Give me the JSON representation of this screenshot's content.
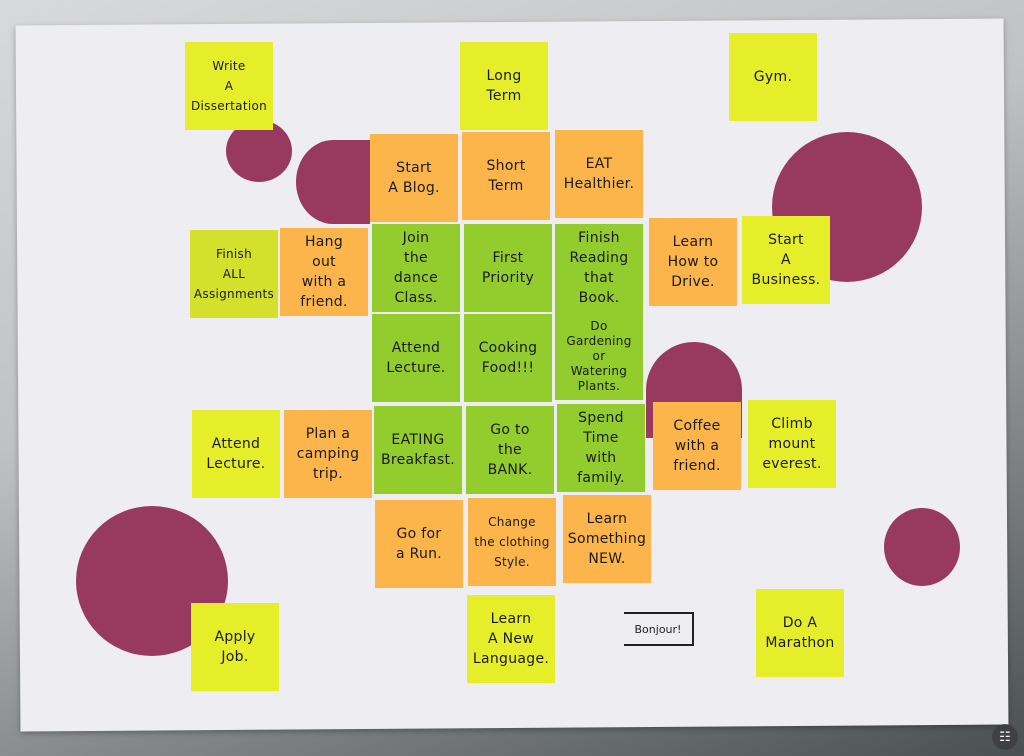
{
  "notes": [
    {
      "text": "Write\nA\nDissertation",
      "color": "yellow"
    },
    {
      "text": "Long\nTerm",
      "color": "yellow"
    },
    {
      "text": "Gym.",
      "color": "yellow"
    },
    {
      "text": "Start\nA Blog.",
      "color": "orange"
    },
    {
      "text": "Short\nTerm",
      "color": "orange"
    },
    {
      "text": "EAT\nHealthier.",
      "color": "orange"
    },
    {
      "text": "Finish\nALL\nAssignments",
      "color": "lime"
    },
    {
      "text": "Hang\nout\nwith a\nfriend.",
      "color": "orange"
    },
    {
      "text": "Join\nthe\ndance\nClass.",
      "color": "green"
    },
    {
      "text": "First\nPriority",
      "color": "green"
    },
    {
      "text": "Finish\nReading\nthat\nBook.",
      "color": "green"
    },
    {
      "text": "Learn\nHow to\nDrive.",
      "color": "orange"
    },
    {
      "text": "Start\nA\nBusiness.",
      "color": "yellow"
    },
    {
      "text": "Attend\nLecture.",
      "color": "green"
    },
    {
      "text": "Cooking\nFood!!!",
      "color": "green"
    },
    {
      "text": "Do\nGardening\nor\nWatering\nPlants.",
      "color": "green"
    },
    {
      "text": "Attend\nLecture.",
      "color": "yellow"
    },
    {
      "text": "Plan a\ncamping\ntrip.",
      "color": "orange"
    },
    {
      "text": "EATING\nBreakfast.",
      "color": "green"
    },
    {
      "text": "Go to\nthe\nBANK.",
      "color": "green"
    },
    {
      "text": "Spend\nTime\nwith\nfamily.",
      "color": "green"
    },
    {
      "text": "Coffee\nwith a\nfriend.",
      "color": "orange"
    },
    {
      "text": "Climb\nmount\neverest.",
      "color": "yellow"
    },
    {
      "text": "Go for\na Run.",
      "color": "orange"
    },
    {
      "text": "Change\nthe clothing\nStyle.",
      "color": "orange"
    },
    {
      "text": "Learn\nSomething\nNEW.",
      "color": "orange"
    },
    {
      "text": "Apply\nJob.",
      "color": "yellow"
    },
    {
      "text": "Learn\nA New\nLanguage.",
      "color": "yellow"
    },
    {
      "text": "Do A\nMarathon",
      "color": "yellow"
    }
  ],
  "drawing": {
    "speech_bubble": "Bonjour!"
  },
  "colors": {
    "yellow": "#e6ee2a",
    "lime": "#d3e12c",
    "orange": "#fbb54a",
    "green": "#92cc2d",
    "blob": "#983a60",
    "board": "#eeedf1"
  },
  "overlay": {
    "scan_icon": "scan-text-icon"
  }
}
